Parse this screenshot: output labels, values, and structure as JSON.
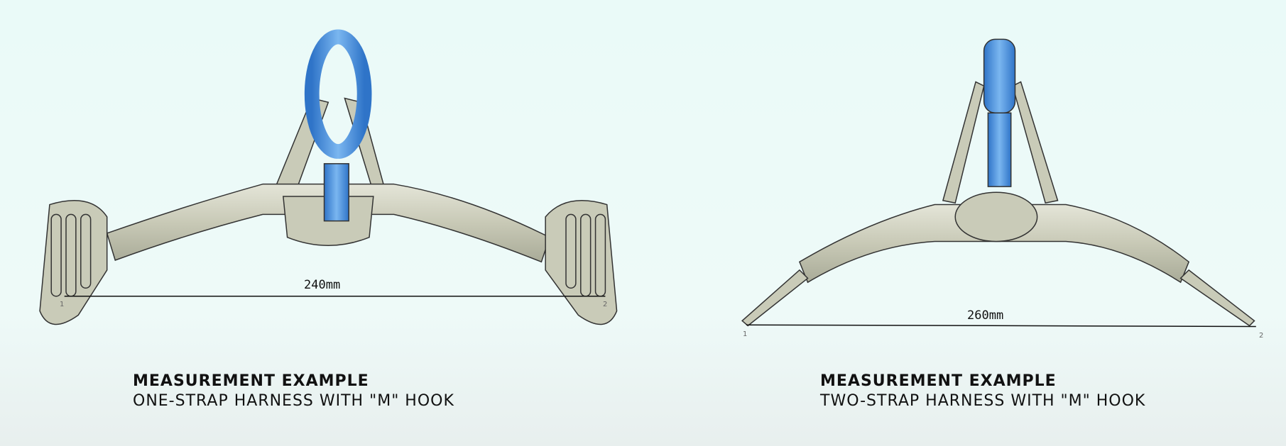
{
  "examples": [
    {
      "title": "MEASUREMENT EXAMPLE",
      "subtitle": "ONE-STRAP HARNESS WITH \"M\" HOOK",
      "measurement": "240mm",
      "point_start": "1",
      "point_end": "2"
    },
    {
      "title": "MEASUREMENT EXAMPLE",
      "subtitle": "TWO-STRAP HARNESS WITH \"M\" HOOK",
      "measurement": "260mm",
      "point_start": "1",
      "point_end": "2"
    }
  ],
  "colors": {
    "hook": "#4a90d9",
    "body": "#c9cbb8",
    "outline": "#333333",
    "background": "#ecfaf8"
  }
}
